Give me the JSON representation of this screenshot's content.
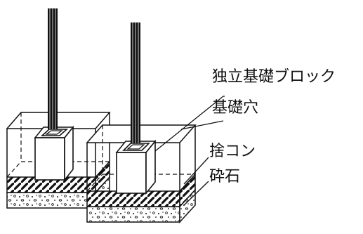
{
  "diagram": {
    "labels": {
      "foundation_block": "独立基礎ブロック",
      "foundation_pit": "基礎穴",
      "leveling_concrete": "捨コン",
      "crushed_stone": "砕石"
    },
    "colors": {
      "line": "#111111",
      "background": "#ffffff"
    }
  }
}
